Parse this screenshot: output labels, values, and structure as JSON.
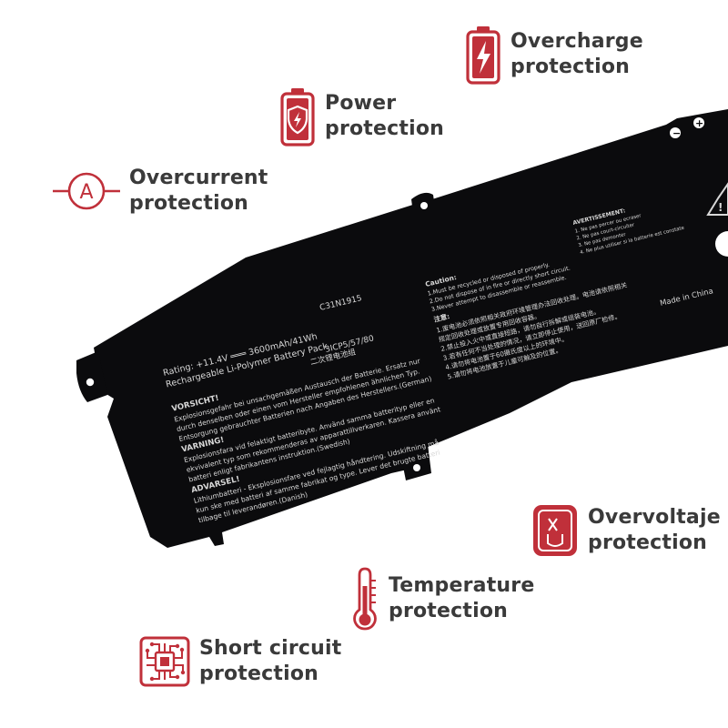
{
  "colors": {
    "accent": "#c0303a",
    "label": "#3a3a3a",
    "battery": "#0b0b0d",
    "battery_text": "#d8d8d8"
  },
  "features": [
    {
      "id": "overcharge",
      "icon": "battery-bolt-icon",
      "line1": "Overcharge",
      "line2": "protection"
    },
    {
      "id": "power",
      "icon": "battery-shield-icon",
      "line1": "Power",
      "line2": "protection"
    },
    {
      "id": "overcurrent",
      "icon": "ammeter-icon",
      "line1": "Overcurrent",
      "line2": "protection"
    },
    {
      "id": "overvoltage",
      "icon": "voltage-icon",
      "line1": "Overvoltaje",
      "line2": "protection"
    },
    {
      "id": "temperature",
      "icon": "thermometer-icon",
      "line1": "Temperature",
      "line2": "protection"
    },
    {
      "id": "short-circuit",
      "icon": "circuit-chip-icon",
      "line1": "Short circuit",
      "line2": "protection"
    }
  ],
  "battery": {
    "rating": "Rating: +11.4V ═══ 3600mAh/41Wh",
    "type": "Rechargeable Li-Polymer Battery Pack",
    "model": "C31N1915",
    "cell_config": "3ICP5/57/80",
    "chinese_title": "二次锂电池组",
    "made_in": "Made in China",
    "vorsicht_heading": "VORSICHT!",
    "vorsicht_lines": [
      "Explosionsgefahr bei unsachgemäßen Austausch der Batterie. Ersatz nur",
      "durch denselben oder einen vom Hersteller empfohlenen ähnlichen Typ.",
      "Entsorgung gebrauchter Batterien nach Angaben des Herstellers.(German)"
    ],
    "varning_heading": "VARNING!",
    "varning_lines": [
      "Explosionsfara vid felaktigt batteribyte. Använd samma batterityp eller en",
      "ekvivalent typ som rekommenderas av apparattillverkaren. Kassera använt",
      "batteri enligt fabrikantens instruktion.(Swedish)"
    ],
    "advarsel_heading": "ADVARSEL!",
    "advarsel_lines": [
      "Lithiumbatteri - Eksplosionsfare ved fejlagtig håndtering. Udskiftning må",
      "kun ske med batteri af samme fabrikat og type. Lever det brugte batteri",
      "tilbage til leverandøren.(Danish)"
    ],
    "caution_heading": "Caution:",
    "caution_lines": [
      "1.Must be recycled or disposed of properly.",
      "2.Do not dispose of in fire or directly short circuit.",
      "3.Never attempt to disassemble or reassemble."
    ],
    "chinese_heading": "注意:",
    "chinese_lines": [
      "1.废电池必须依照相关政府环境管理办法回收处理。电池请依照相关",
      "  规定回收处理或放置专用回收容器。",
      "2.禁止投入火中或直接短路，请勿自行拆解或组装电池。",
      "3.若有任何不当处理的情况，请立即停止使用，送回原厂检修。",
      "4.请勿将电池置于60摄氏度以上的环境中。",
      "5.请勿将电池放置于儿童可触及的位置。"
    ],
    "avert_heading": "AVERTISSEMENT:",
    "avert_lines": [
      "1. Ne pas percer ou ecraser",
      "2. Ne pas court-circuiter",
      "3. Ne pas demonter",
      "4. Ne plus utiliser si la batterie est constate"
    ],
    "terminal_minus": "−",
    "terminal_plus": "+"
  }
}
